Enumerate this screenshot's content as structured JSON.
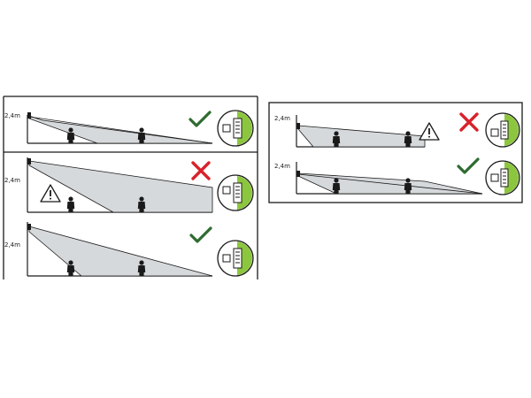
{
  "height_label": "2,4m",
  "colors": {
    "ok": "#2e6b30",
    "bad": "#d8222b",
    "zone": "#d6d9db",
    "accent": "#8cc63f",
    "ink": "#1a1a1a"
  },
  "left_panel": {
    "scenarios": [
      {
        "height_label": "2,4m",
        "status": "check-icon",
        "warning": false,
        "detector_tilt": "correct"
      },
      {
        "height_label": "2,4m",
        "status": "cross-icon",
        "warning": true,
        "detector_tilt": "too-high"
      },
      {
        "height_label": "2,4m",
        "status": "check-icon",
        "warning": false,
        "detector_tilt": "correct"
      }
    ]
  },
  "right_panel": {
    "scenarios": [
      {
        "height_label": "2,4m",
        "status": "cross-icon",
        "warning": true,
        "detector_tilt": "too-low"
      },
      {
        "height_label": "2,4m",
        "status": "check-icon",
        "warning": false,
        "detector_tilt": "correct"
      }
    ]
  }
}
